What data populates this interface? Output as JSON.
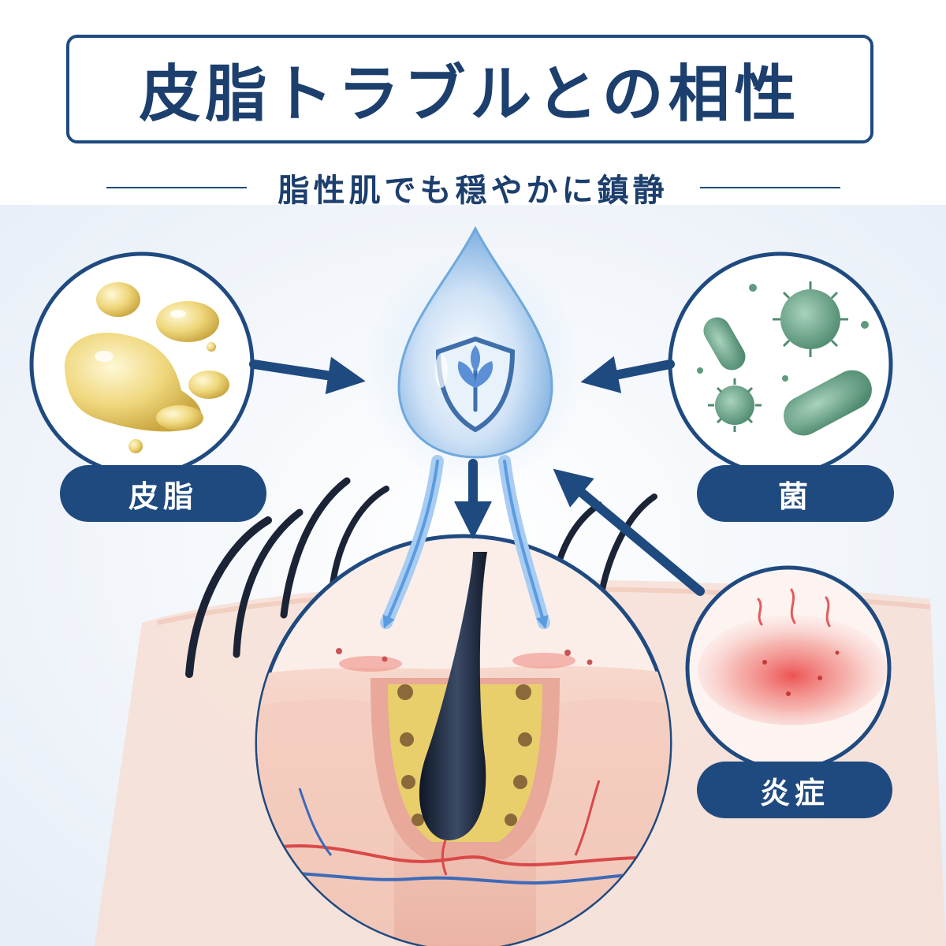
{
  "title": "皮脂トラブルとの相性",
  "subtitle": "脂性肌でも穏やかに鎮静",
  "labels": {
    "sebum": "皮脂",
    "germ": "菌",
    "inflammation": "炎症"
  },
  "colors": {
    "navy": "#1f4a80",
    "navy_text": "#1c3f6e",
    "drop_blue": "#6fa8dc",
    "sebum_yellow": "#e9cf6b",
    "germ_green": "#5e9a7e",
    "inflammation_red": "#e85a5a",
    "skin": "#f3c6b8",
    "hair": "#1b2436"
  }
}
